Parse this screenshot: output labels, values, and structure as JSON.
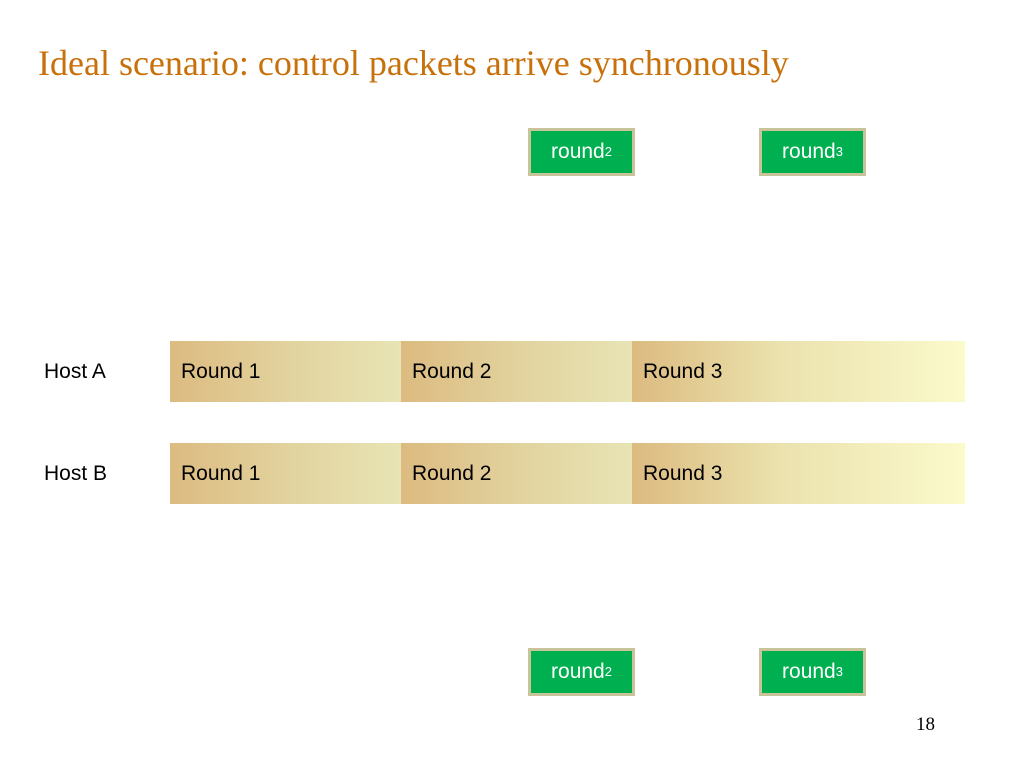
{
  "title": "Ideal scenario: control packets arrive synchronously",
  "packets": {
    "top": [
      {
        "base": "round",
        "sub": "2"
      },
      {
        "base": "round",
        "sub": "3"
      }
    ],
    "bottom": [
      {
        "base": "round",
        "sub": "2"
      },
      {
        "base": "round",
        "sub": "3"
      }
    ]
  },
  "hosts": [
    {
      "label": "Host A",
      "rounds": [
        "Round 1",
        "Round 2",
        "Round 3"
      ]
    },
    {
      "label": "Host B",
      "rounds": [
        "Round 1",
        "Round 2",
        "Round 3"
      ]
    }
  ],
  "colors": {
    "title": "#c8700a",
    "packet_fill": "#00b050",
    "packet_border": "#c9c39a",
    "round_start": "#dcbb80",
    "round_end": "#fbfacb"
  },
  "page_number": "18"
}
